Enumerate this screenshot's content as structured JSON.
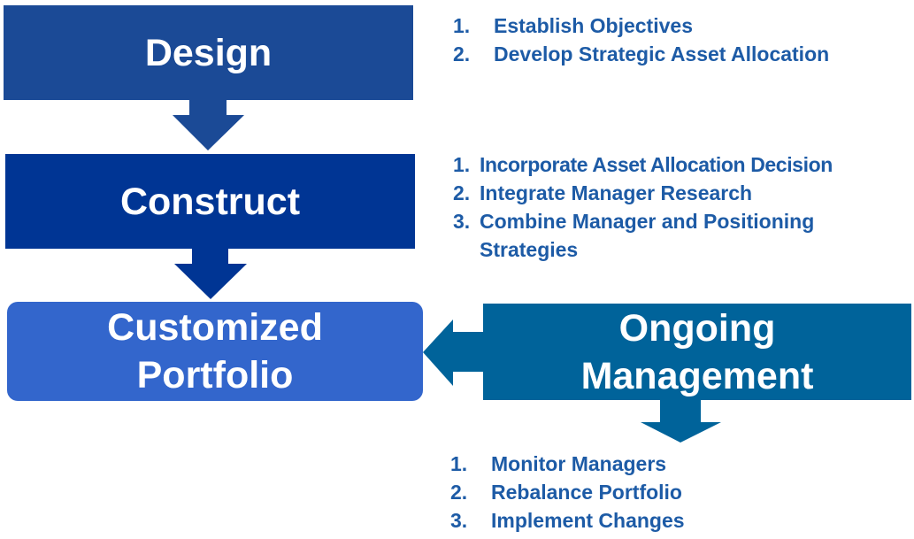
{
  "colors": {
    "design": "#1b4a96",
    "construct": "#003594",
    "portfolio": "#3366cc",
    "ongoing": "#00639a",
    "list_text": "#1d5ba6"
  },
  "boxes": {
    "design": "Design",
    "construct": "Construct",
    "portfolio_line1": "Customized",
    "portfolio_line2": "Portfolio",
    "ongoing_line1": "Ongoing",
    "ongoing_line2": "Management"
  },
  "design_steps": [
    {
      "num": "1.",
      "text": "Establish Objectives"
    },
    {
      "num": "2.",
      "text": "Develop Strategic Asset Allocation"
    }
  ],
  "construct_steps": [
    {
      "num": "1.",
      "text": "Incorporate Asset Allocation Decision"
    },
    {
      "num": "2.",
      "text": "Integrate Manager Research"
    },
    {
      "num": "3.",
      "text": "Combine Manager and Positioning Strategies"
    }
  ],
  "ongoing_steps": [
    {
      "num": "1.",
      "text": "Monitor Managers"
    },
    {
      "num": "2.",
      "text": "Rebalance Portfolio"
    },
    {
      "num": "3.",
      "text": "Implement Changes"
    }
  ]
}
